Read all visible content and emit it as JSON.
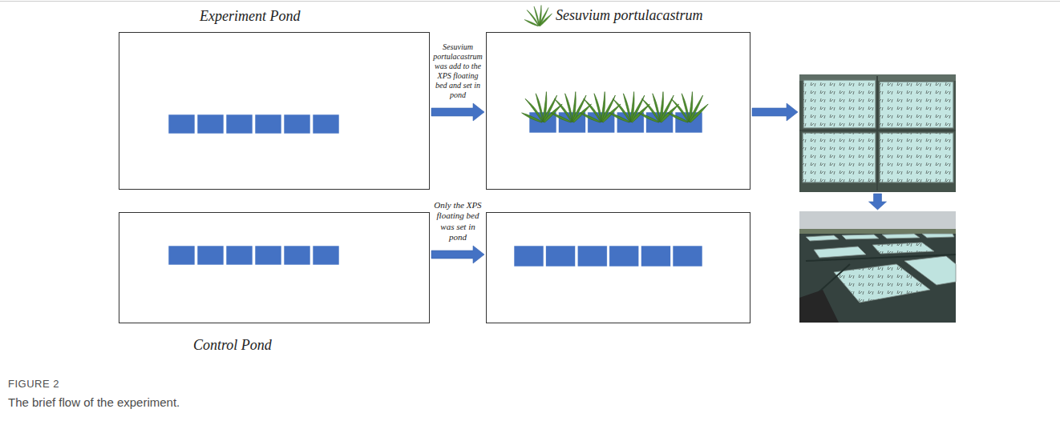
{
  "diagram": {
    "caption": "The brief flow of the experiment.",
    "nodes": [
      {
        "text": [
          "Experiment Pond"
        ]
      },
      {
        "text": [
          "Sesuvium portulacastrum"
        ]
      },
      {
        "text": [
          "Control Pond"
        ]
      },
      {
        "text": []
      },
      {
        "text": []
      },
      {
        "text": []
      }
    ],
    "edges": [
      {
        "from": 0,
        "to": 1,
        "arrow": "to",
        "label": "Sesuvium portulacastrum was add to the XPS floating bed and set in pond"
      },
      {
        "from": 1,
        "to": 4,
        "arrow": "to"
      },
      {
        "from": 4,
        "to": 5,
        "arrow": "to"
      },
      {
        "from": 2,
        "to": 3,
        "arrow": "to",
        "label": "Only the XPS floating bed was set in pond"
      }
    ],
    "labels": [
      "FIGURE 2"
    ]
  }
}
